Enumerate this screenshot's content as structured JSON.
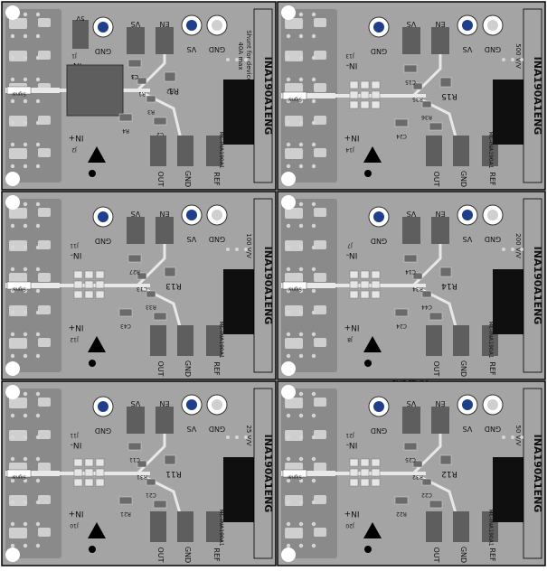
{
  "colors": {
    "board": "#a4a4a4",
    "pcb_dark": "#8a8a8a",
    "pad": "#cfcfcf",
    "component": "#5e5e5e",
    "trace": "#e8e8e8",
    "text": "#111111",
    "via_blue": "#1f3f8a",
    "black_block": "#0f0f0f"
  },
  "connector_label": "Signal",
  "boards": [
    {
      "id": "b1",
      "title": "INA190A1ENG",
      "subtitle_lines": [
        "Shunt for device",
        "40A max"
      ],
      "edge_text": "MC-INA190A1",
      "labels": {
        "gnd_left": "GND",
        "vs_top": "VS",
        "en_top": "EN",
        "vs_bottom": "VS",
        "gnd_right": "GND",
        "in_minus": "IN-",
        "in_plus": "IN+",
        "out": "OUT",
        "gnd_pad": "GND",
        "ref": "REF",
        "j_top": "J1",
        "j_bot": "J2",
        "tp": "5V"
      },
      "refs": [
        "C1",
        "R1",
        "R3",
        "R4",
        "C2",
        "R2",
        "C3"
      ],
      "rlabel": "R1"
    },
    {
      "id": "b2",
      "title": "INA190A1ENG",
      "subtitle_lines": [
        "500 V/V"
      ],
      "edge_text": "MC-INA190A1",
      "labels": {
        "gnd_left": "GND",
        "vs_top": "VS",
        "en_top": "EN",
        "vs_bottom": "VS",
        "gnd_right": "GND",
        "in_minus": "IN-",
        "in_plus": "IN+",
        "out": "OUT",
        "gnd_pad": "GND",
        "ref": "REF",
        "j_top": "J13",
        "j_bot": "J14",
        "tp": ""
      },
      "refs": [
        "C15",
        "R35",
        "R36",
        "C24",
        "C27"
      ],
      "rlabel": "R15"
    },
    {
      "id": "b3",
      "title": "INA190A1ENG",
      "subtitle_lines": [
        "100 V/V"
      ],
      "edge_text": "MC-INA190A1",
      "labels": {
        "gnd_left": "GND",
        "vs_top": "VS",
        "en_top": "EN",
        "vs_bottom": "VS",
        "gnd_right": "GND",
        "in_minus": "IN-",
        "in_plus": "IN+",
        "out": "OUT",
        "gnd_pad": "GND",
        "ref": "REF",
        "j_top": "J11",
        "j_bot": "J12",
        "tp": ""
      },
      "refs": [
        "R27",
        "C13",
        "R33",
        "C43",
        "C23"
      ],
      "rlabel": "R13"
    },
    {
      "id": "b4",
      "title": "INA190A1ENG",
      "subtitle_lines": [
        "200 V/V"
      ],
      "edge_text": "MC-INA190A1",
      "labels": {
        "gnd_left": "GND",
        "vs_top": "VS",
        "en_top": "EN",
        "vs_bottom": "VS",
        "gnd_right": "GND",
        "in_minus": "IN-",
        "in_plus": "IN+",
        "out": "OUT",
        "gnd_pad": "GND",
        "ref": "REF",
        "j_top": "J7",
        "j_bot": "J8",
        "tp": ""
      },
      "refs": [
        "C14",
        "R34",
        "C44",
        "C24"
      ],
      "rlabel": "R14"
    },
    {
      "id": "b5",
      "title": "INA190A1ENG",
      "subtitle_lines": [
        "25 V/V"
      ],
      "edge_text": "MC-INA190A1",
      "labels": {
        "gnd_left": "GND",
        "vs_top": "VS",
        "en_top": "EN",
        "vs_bottom": "VS",
        "gnd_right": "GND",
        "in_minus": "IN-",
        "in_plus": "IN+",
        "out": "OUT",
        "gnd_pad": "GND",
        "ref": "REF",
        "j_top": "J11",
        "j_bot": "J10",
        "tp": ""
      },
      "refs": [
        "C11",
        "R31",
        "C21",
        "R21"
      ],
      "rlabel": "R11"
    },
    {
      "id": "b6",
      "title": "INA190A1ENG",
      "subtitle_lines": [
        "50 V/V"
      ],
      "edge_text": "MC-INA190A1",
      "labels": {
        "gnd_left": "GND",
        "vs_top": "VS",
        "en_top": "EN",
        "vs_bottom": "VS",
        "gnd_right": "GND",
        "in_minus": "IN-",
        "in_plus": "IN+",
        "out": "OUT",
        "gnd_pad": "GND",
        "ref": "REF",
        "j_top": "J21",
        "j_bot": "J20",
        "tp": ""
      },
      "refs": [
        "C25",
        "R32",
        "C22",
        "R22"
      ],
      "rlabel": "R12"
    }
  ],
  "top_caption": "SCALE LINE"
}
